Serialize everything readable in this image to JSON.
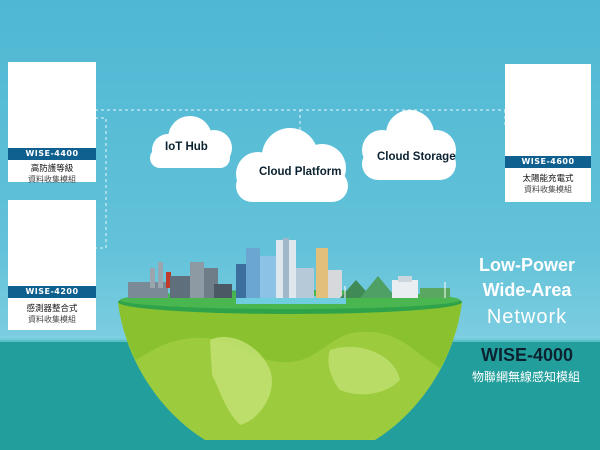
{
  "colors": {
    "sky": "#5bbfd8",
    "sea": "#229f9c",
    "card_bar": "#0f5f8f",
    "dashed": "#e8f7fb"
  },
  "devices": [
    {
      "id": "wise4400",
      "model": "WISE-4400",
      "line1": "高防護等級",
      "line2": "資料收集模組",
      "icon": "sensor-module-icon"
    },
    {
      "id": "wise4200",
      "model": "WISE-4200",
      "line1": "感測器整合式",
      "line2": "資料收集模組",
      "icon": "antenna-module-icon"
    },
    {
      "id": "wise4600",
      "model": "WISE-4600",
      "line1": "太陽能充電式",
      "line2": "資料收集模組",
      "icon": "solar-antenna-module-icon"
    }
  ],
  "clouds": {
    "iot_hub": "IoT Hub",
    "cloud_platform": "Cloud Platform",
    "cloud_storage": "Cloud Storage"
  },
  "tagline": {
    "line1": "Low-Power",
    "line2": "Wide-Area",
    "line3": "Network"
  },
  "product": {
    "name": "WISE-4000",
    "subtitle": "物聯網無線感知模組"
  }
}
